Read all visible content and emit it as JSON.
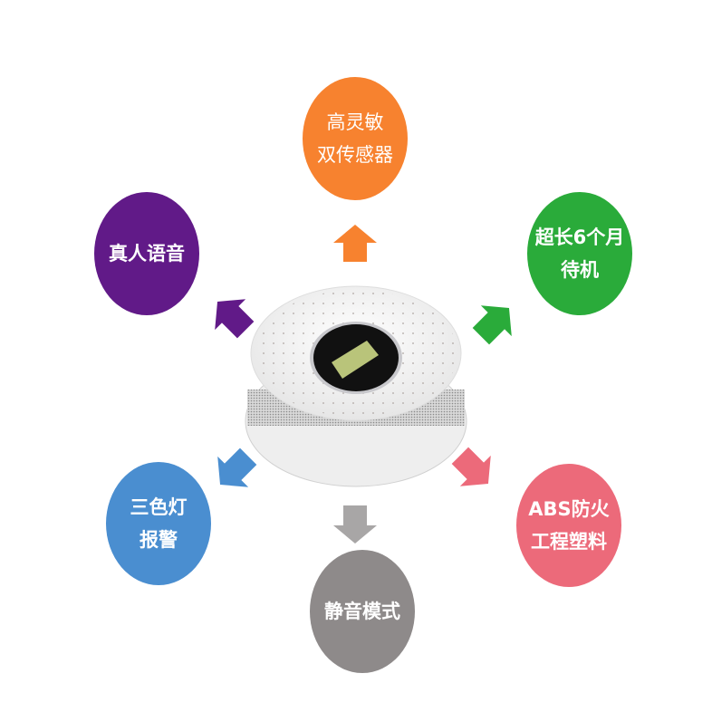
{
  "features": [
    {
      "id": "sensor",
      "lines": [
        "高灵敏",
        "双传感器"
      ],
      "color": "#f7822f"
    },
    {
      "id": "standby",
      "lines": [
        "超长6个月",
        "待机"
      ],
      "color": "#2aab3a"
    },
    {
      "id": "voice",
      "lines": [
        "真人语音"
      ],
      "color": "#611a88"
    },
    {
      "id": "alarm",
      "lines": [
        "三色灯",
        "报警"
      ],
      "color": "#4a8ed0"
    },
    {
      "id": "material",
      "lines": [
        "ABS防火",
        "工程塑料"
      ],
      "color": "#ec6a7a"
    },
    {
      "id": "mute",
      "lines": [
        "静音模式"
      ],
      "color": "#8e8a8a"
    }
  ]
}
